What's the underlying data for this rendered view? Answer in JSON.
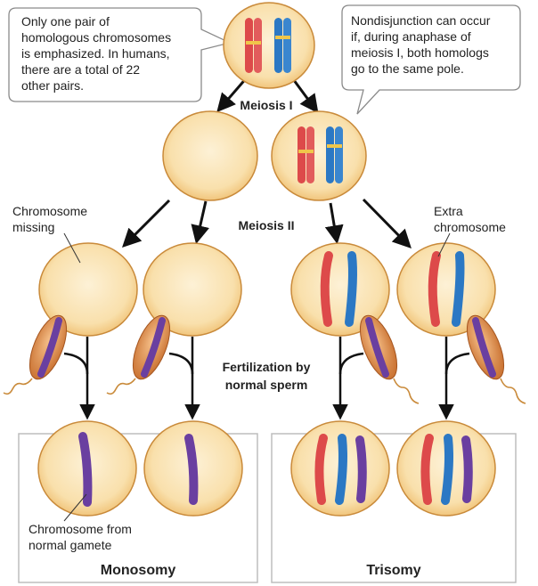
{
  "callouts": {
    "left": [
      "Only one pair of",
      "homologous chromosomes",
      "is emphasized. In humans,",
      "there are a total of 22",
      "other pairs."
    ],
    "right": [
      "Nondisjunction can occur",
      "if, during anaphase of",
      "meiosis I, both homologs",
      "go to the same pole."
    ]
  },
  "stage_labels": {
    "meiosis_1": "Meiosis I",
    "meiosis_2": "Meiosis II",
    "fertilization": [
      "Fertilization by",
      "normal sperm"
    ]
  },
  "annotations": {
    "chromosome_missing": [
      "Chromosome",
      "missing"
    ],
    "extra_chromosome": [
      "Extra",
      "chromosome"
    ],
    "chromosome_from_normal": [
      "Chromosome from",
      "normal gamete"
    ]
  },
  "outcomes": {
    "monosomy": "Monosomy",
    "trisomy": "Trisomy"
  },
  "colors": {
    "cell_fill": "#f8dca0",
    "cell_stroke": "#c98a3a",
    "maternal_red": "#dd4a4a",
    "paternal_blue": "#2b78c4",
    "sperm_purple": "#6a3fa0",
    "sperm_head": "#d98a46",
    "arrow": "#111111"
  }
}
